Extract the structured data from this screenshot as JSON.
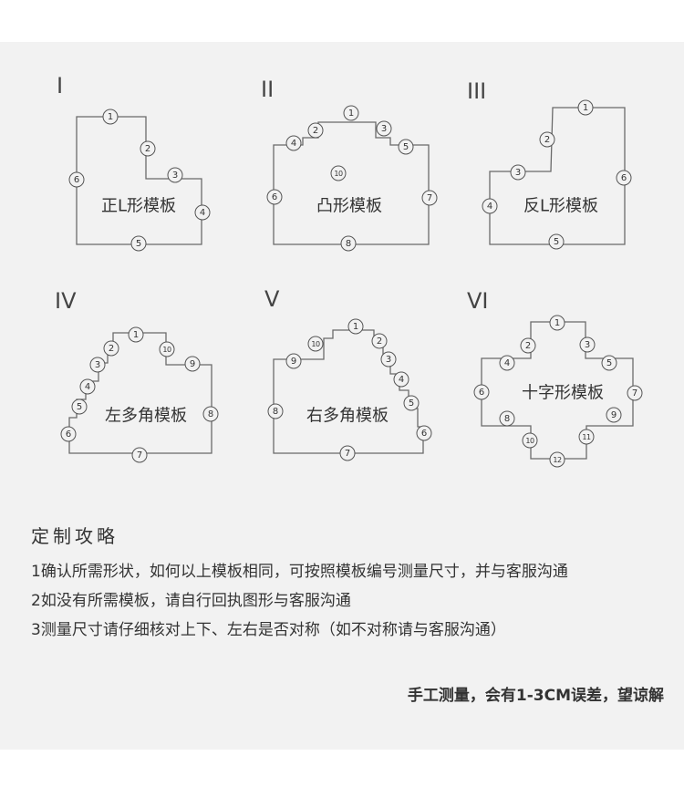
{
  "templates": [
    {
      "roman": "I",
      "name": "正L形模板",
      "labels": [
        "1",
        "2",
        "3",
        "4",
        "5",
        "6"
      ]
    },
    {
      "roman": "II",
      "name": "凸形模板",
      "labels": [
        "1",
        "2",
        "3",
        "4",
        "5",
        "6",
        "7",
        "8",
        "10"
      ]
    },
    {
      "roman": "III",
      "name": "反L形模板",
      "labels": [
        "1",
        "2",
        "3",
        "4",
        "5",
        "6"
      ]
    },
    {
      "roman": "IV",
      "name": "左多角模板",
      "labels": [
        "1",
        "2",
        "3",
        "4",
        "5",
        "6",
        "7",
        "8",
        "9",
        "10"
      ]
    },
    {
      "roman": "V",
      "name": "右多角模板",
      "labels": [
        "1",
        "2",
        "3",
        "4",
        "5",
        "6",
        "7",
        "8",
        "9",
        "10"
      ]
    },
    {
      "roman": "VI",
      "name": "十字形模板",
      "labels": [
        "1",
        "2",
        "3",
        "4",
        "5",
        "6",
        "7",
        "8",
        "9",
        "10",
        "11",
        "12"
      ]
    }
  ],
  "guide": {
    "title": "定制攻略",
    "lines": [
      "1确认所需形状，如何以上模板相同，可按照模板编号测量尺寸，并与客服沟通",
      "2如没有所需模板，请自行回执图形与客服沟通",
      "3测量尺寸请仔细核对上下、左右是否对称（如不对称请与客服沟通）"
    ],
    "disclaimer": "手工测量，会有1-3CM误差，望谅解"
  },
  "colors": {
    "panel": "#f2f2f2",
    "line": "#6a6a6a",
    "text": "#333333"
  }
}
